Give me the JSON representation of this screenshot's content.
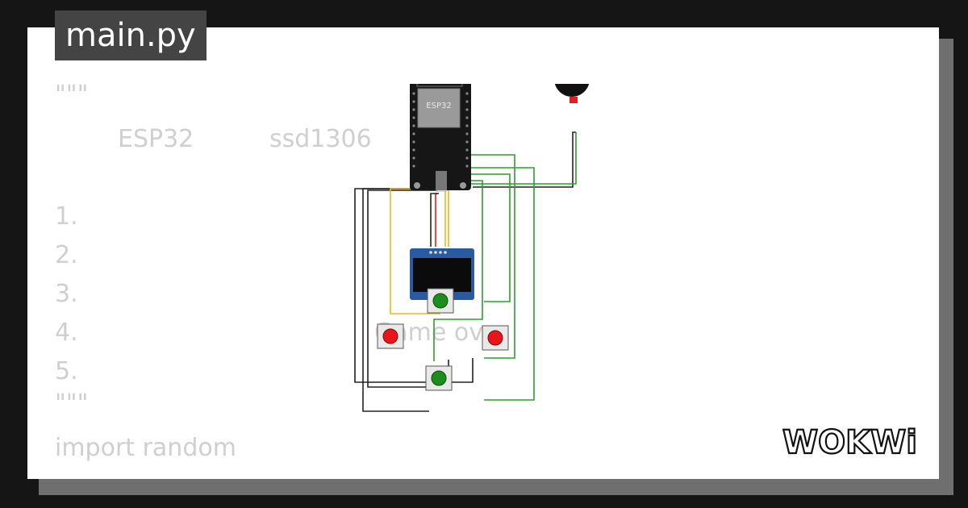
{
  "tab": {
    "filename": "main.py"
  },
  "code": {
    "docstring_open": "\"\"\"",
    "board": "ESP32",
    "display": "ssd1306",
    "step1": "1.",
    "step2": "2.",
    "step3": "3.",
    "step4": "4.",
    "step4_text": "Game over",
    "step5": "5.",
    "docstring_close": "\"\"\"",
    "import_line": "import random"
  },
  "circuit": {
    "board_label": "ESP32",
    "components": [
      "esp32-devkit",
      "ssd1306-oled",
      "buzzer",
      "pushbutton-green",
      "pushbutton-red",
      "pushbutton-red",
      "pushbutton-green"
    ]
  },
  "brand": {
    "logo_text": "WOKWi"
  },
  "colors": {
    "background": "#151515",
    "card": "#ffffff",
    "tab": "#444444",
    "code_text": "#cfcfcf",
    "wire_black": "#222222",
    "wire_green": "#2e9e2e",
    "wire_yellow": "#f2b51e",
    "wire_red": "#e0201e",
    "button_red": "#e8161a",
    "button_green": "#1b8e1b",
    "oled_pcb": "#2a5aa0"
  }
}
